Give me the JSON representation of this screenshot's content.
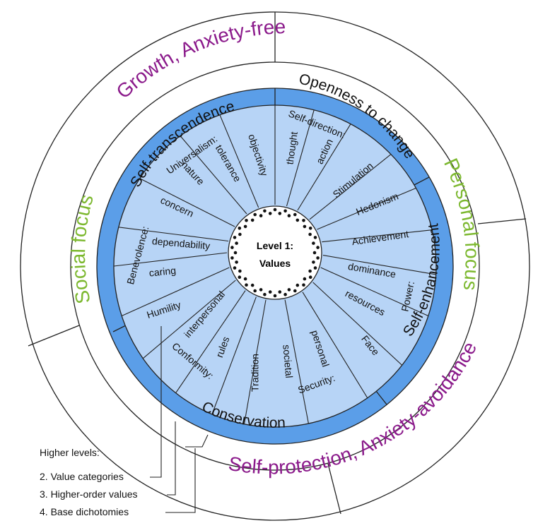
{
  "center": {
    "line1": "Level 1:",
    "line2": "Values"
  },
  "values": [
    "objectivity",
    "tolerance",
    "nature",
    "Universalism:",
    "concern",
    "Benevolence:",
    "dependability",
    "caring",
    "Humility",
    "interpersonal",
    "Conformity:",
    "rules",
    "Tradition",
    "societal",
    "personal",
    "Security:",
    "Face",
    "resources",
    "Power:",
    "dominance",
    "Achievement",
    "Hedonism",
    "Stimulation",
    "action",
    "thought",
    "Self-direction:"
  ],
  "higher_order": {
    "self_transcendence": "Self-transcendence",
    "openness": "Openness to change",
    "self_enhancement": "Self-enhancement",
    "conservation": "Conservation"
  },
  "dichotomies": {
    "growth": "Growth, Anxiety-free",
    "personal": "Personal focus",
    "self_protection": "Self-protection, Anxiety-avoidance",
    "social": "Social focus"
  },
  "legend": {
    "title": "Higher levels:",
    "item2": "2. Value categories",
    "item3": "3. Higher-order values",
    "item4": "4. Base dichotomies"
  },
  "colors": {
    "values_ring": "#b7d4f6",
    "higher_order_ring": "#5b9ee8",
    "growth": "#8b1a8b",
    "focus": "#7cb82f"
  }
}
